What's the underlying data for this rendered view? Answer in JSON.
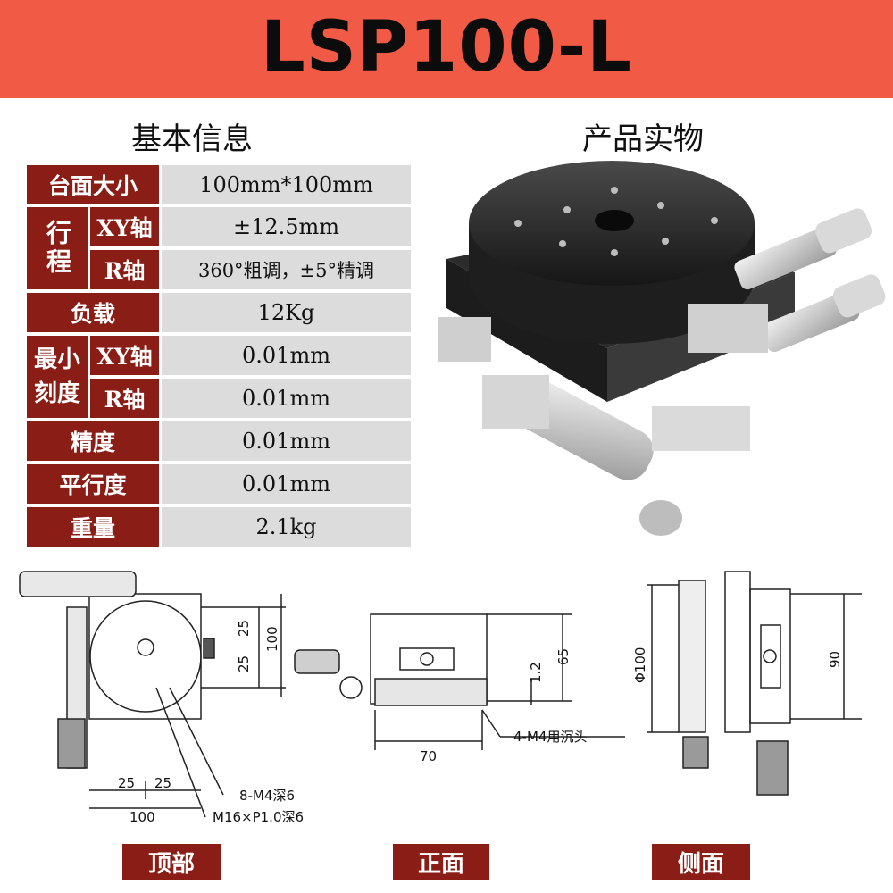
{
  "banner": {
    "title": "LSP100-L"
  },
  "sections": {
    "basic_info": "基本信息",
    "product_photo": "产品实物"
  },
  "specs": {
    "table_size": {
      "label": "台面大小",
      "value": "100mm*100mm"
    },
    "travel": {
      "label": "行程",
      "xy_label": "XY轴",
      "xy_value": "±12.5mm",
      "r_label": "R轴",
      "r_value": "360°粗调，±5°精调"
    },
    "load": {
      "label": "负载",
      "value": "12Kg"
    },
    "min_scale": {
      "label": "最小刻度",
      "xy_label": "XY轴",
      "xy_value": "0.01mm",
      "r_label": "R轴",
      "r_value": "0.01mm"
    },
    "accuracy": {
      "label": "精度",
      "value": "0.01mm"
    },
    "parallelism": {
      "label": "平行度",
      "value": "0.01mm"
    },
    "weight": {
      "label": "重量",
      "value": "2.1kg"
    }
  },
  "drawings": {
    "top_view": {
      "dims": [
        "25",
        "25",
        "100",
        "25",
        "25",
        "100"
      ],
      "callouts": [
        "8-M4深6",
        "M16×P1.0深6"
      ]
    },
    "front_view": {
      "dims": [
        "65",
        "1.2",
        "70"
      ],
      "callouts": [
        "4-M4用沉头"
      ]
    },
    "side_view": {
      "dims": [
        "Φ100",
        "90"
      ]
    }
  },
  "view_labels": {
    "top": "顶部",
    "front": "正面",
    "side": "侧面"
  },
  "colors": {
    "banner": "#f15a45",
    "label_bg": "#8a1e16",
    "value_bg": "#dcdcdc"
  }
}
